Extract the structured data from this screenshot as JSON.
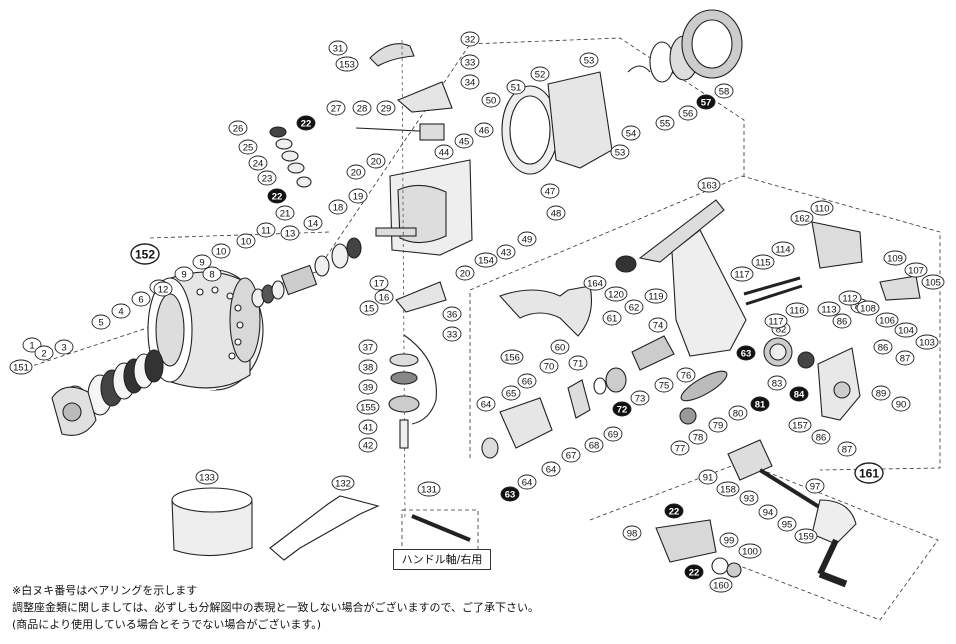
{
  "labels": {
    "p1": "1",
    "p2": "2",
    "p3": "3",
    "p4": "4",
    "p5": "5",
    "p6": "6",
    "p7": "7",
    "p8": "8",
    "p9a": "9",
    "p9b": "9",
    "p10a": "10",
    "p10b": "10",
    "p11": "11",
    "p12": "12",
    "p13": "13",
    "p14": "14",
    "p15": "15",
    "p16": "16",
    "p17": "17",
    "p18": "18",
    "p19": "19",
    "p20a": "20",
    "p20b": "20",
    "p20c": "20",
    "p21": "21",
    "p22a": "22",
    "p22b": "22",
    "p22c": "22",
    "p22d": "22",
    "p23": "23",
    "p24": "24",
    "p25": "25",
    "p26": "26",
    "p27": "27",
    "p28": "28",
    "p29": "29",
    "p31": "31",
    "p32": "32",
    "p33a": "33",
    "p33b": "33",
    "p34": "34",
    "p36": "36",
    "p37": "37",
    "p38": "38",
    "p39": "39",
    "p41": "41",
    "p42": "42",
    "p43": "43",
    "p44": "44",
    "p45": "45",
    "p46": "46",
    "p47": "47",
    "p48": "48",
    "p49": "49",
    "p50": "50",
    "p51": "51",
    "p52": "52",
    "p53a": "53",
    "p53b": "53",
    "p54": "54",
    "p55": "55",
    "p56": "56",
    "p57": "57",
    "p58": "58",
    "p60": "60",
    "p61": "61",
    "p62": "62",
    "p63a": "63",
    "p63b": "63",
    "p64a": "64",
    "p64b": "64",
    "p64c": "64",
    "p65": "65",
    "p66": "66",
    "p67": "67",
    "p68": "68",
    "p69": "69",
    "p70": "70",
    "p71": "71",
    "p72": "72",
    "p73": "73",
    "p74": "74",
    "p75": "75",
    "p76": "76",
    "p77": "77",
    "p78": "78",
    "p79": "79",
    "p80": "80",
    "p81": "81",
    "p82": "82",
    "p83": "83",
    "p84": "84",
    "p86a": "86",
    "p86b": "86",
    "p86c": "86",
    "p87a": "87",
    "p87b": "87",
    "p88": "88",
    "p89": "89",
    "p90": "90",
    "p91": "91",
    "p93": "93",
    "p94": "94",
    "p95": "95",
    "p97": "97",
    "p98": "98",
    "p99": "99",
    "p100": "100",
    "p103": "103",
    "p104": "104",
    "p105": "105",
    "p106": "106",
    "p107": "107",
    "p108": "108",
    "p109": "109",
    "p110": "110",
    "p112": "112",
    "p113": "113",
    "p114": "114",
    "p115": "115",
    "p116": "116",
    "p117a": "117",
    "p117b": "117",
    "p119": "119",
    "p120": "120",
    "p131": "131",
    "p132": "132",
    "p133": "133",
    "p151": "151",
    "p152": "152",
    "p153": "153",
    "p154": "154",
    "p155": "155",
    "p156": "156",
    "p157": "157",
    "p158": "158",
    "p159": "159",
    "p160": "160",
    "p161": "161",
    "p162": "162",
    "p163": "163",
    "p164": "164"
  },
  "caption": "ハンドル軸/右用",
  "notes": [
    "※白ヌキ番号はベアリングを示します",
    "調整座金類に関しましては、必ずしも分解図中の表現と一致しない場合がございますので、ご了承下さい。",
    "(商品により使用している場合とそうでない場合がございます。)"
  ]
}
